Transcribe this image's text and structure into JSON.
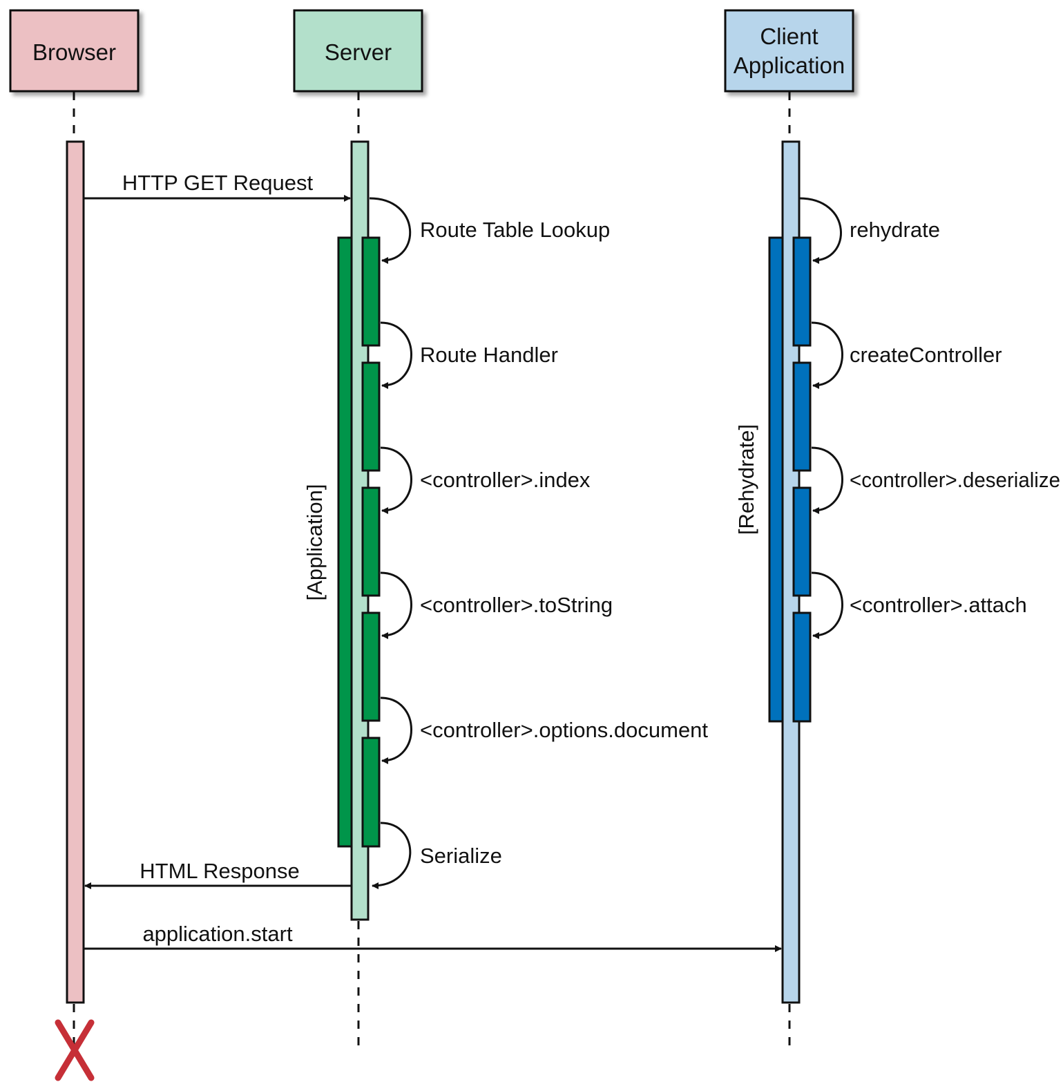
{
  "participants": {
    "browser": {
      "label": "Browser",
      "fill": "#ecc0c3"
    },
    "server": {
      "label": "Server",
      "fill": "#b3e0cb"
    },
    "client": {
      "label_line1": "Client",
      "label_line2": "Application",
      "fill": "#b7d5eb"
    }
  },
  "groups": {
    "application": {
      "label": "[Application]",
      "fill": "#00954a"
    },
    "rehydrate": {
      "label": "[Rehydrate]",
      "fill": "#0071bc"
    }
  },
  "messages": {
    "http_get": "HTTP GET Request",
    "html_response": "HTML Response",
    "application_start": "application.start"
  },
  "server_steps": [
    "Route Table Lookup",
    "Route Handler",
    "<controller>.index",
    "<controller>.toString",
    "<controller>.options.document",
    "Serialize"
  ],
  "client_steps": [
    "rehydrate",
    "createController",
    "<controller>.deserialize",
    "<controller>.attach"
  ],
  "colors": {
    "destroy_marker": "#c62f37",
    "line": "#111111"
  }
}
